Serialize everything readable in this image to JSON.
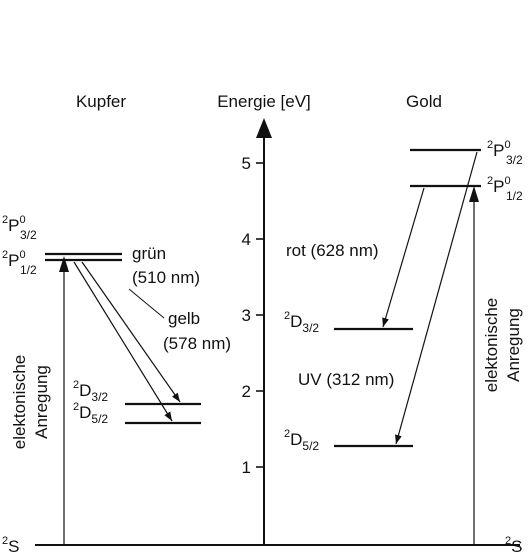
{
  "headers": {
    "left": "Kupfer",
    "center": "Energie [eV]",
    "right": "Gold"
  },
  "axis": {
    "ticks": [
      "1",
      "2",
      "3",
      "4",
      "5"
    ]
  },
  "ground": {
    "left_label": "S",
    "left_sup": "2",
    "right_label": "S",
    "right_sup": "2"
  },
  "copper": {
    "levels": {
      "p32": {
        "sup": "2",
        "letter": "P",
        "sup2": "0",
        "sub": "3/2"
      },
      "p12": {
        "sup": "2",
        "letter": "P",
        "sup2": "0",
        "sub": "1/2"
      },
      "d32": {
        "sup": "2",
        "letter": "D",
        "sub": "3/2"
      },
      "d52": {
        "sup": "2",
        "letter": "D",
        "sub": "5/2"
      }
    },
    "transitions": {
      "green_name": "grün",
      "green_wavelength": "(510 nm)",
      "yellow_name": "gelb",
      "yellow_wavelength": "(578 nm)"
    },
    "excitation": [
      "elektonische",
      "Anregung"
    ]
  },
  "gold": {
    "levels": {
      "p32": {
        "sup": "2",
        "letter": "P",
        "sup2": "0",
        "sub": "3/2"
      },
      "p12": {
        "sup": "2",
        "letter": "P",
        "sup2": "0",
        "sub": "1/2"
      },
      "d32": {
        "sup": "2",
        "letter": "D",
        "sub": "3/2"
      },
      "d52": {
        "sup": "2",
        "letter": "D",
        "sub": "5/2"
      }
    },
    "transitions": {
      "red": "rot (628 nm)",
      "uv": "UV (312 nm)"
    },
    "excitation": [
      "elektonische",
      "Anregung"
    ]
  }
}
